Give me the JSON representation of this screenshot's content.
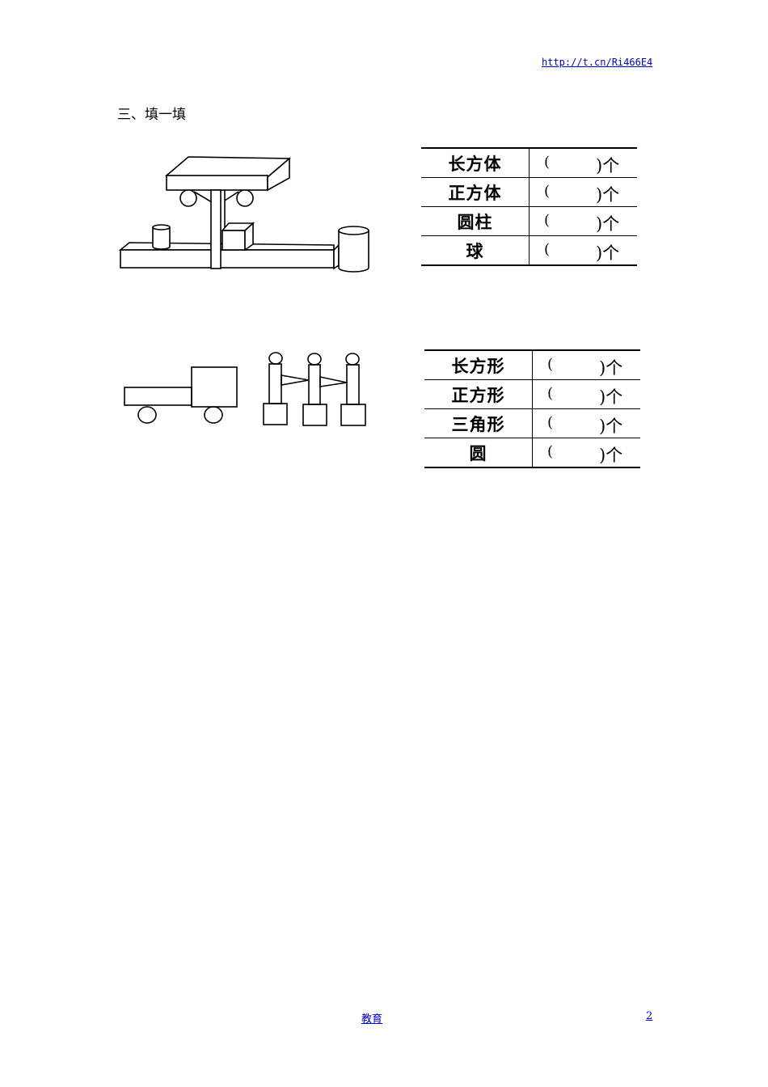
{
  "header": {
    "url": "http://t.cn/Ri466E4"
  },
  "section_title": "三、填一填",
  "table_solids": {
    "rows": [
      {
        "name": "长方体",
        "open": "(",
        "close": ")个"
      },
      {
        "name": "正方体",
        "open": "(",
        "close": ")个"
      },
      {
        "name": "圆柱",
        "open": "(",
        "close": ")个"
      },
      {
        "name": "球",
        "open": "(",
        "close": ")个"
      }
    ]
  },
  "table_shapes": {
    "rows": [
      {
        "name": "长方形",
        "open": "(",
        "close": ")个"
      },
      {
        "name": "正方形",
        "open": "(",
        "close": ")个"
      },
      {
        "name": "三角形",
        "open": "(",
        "close": ")个"
      },
      {
        "name": "圆",
        "open": "(",
        "close": ")个"
      }
    ]
  },
  "footer": {
    "link": "教育",
    "page": "2"
  }
}
